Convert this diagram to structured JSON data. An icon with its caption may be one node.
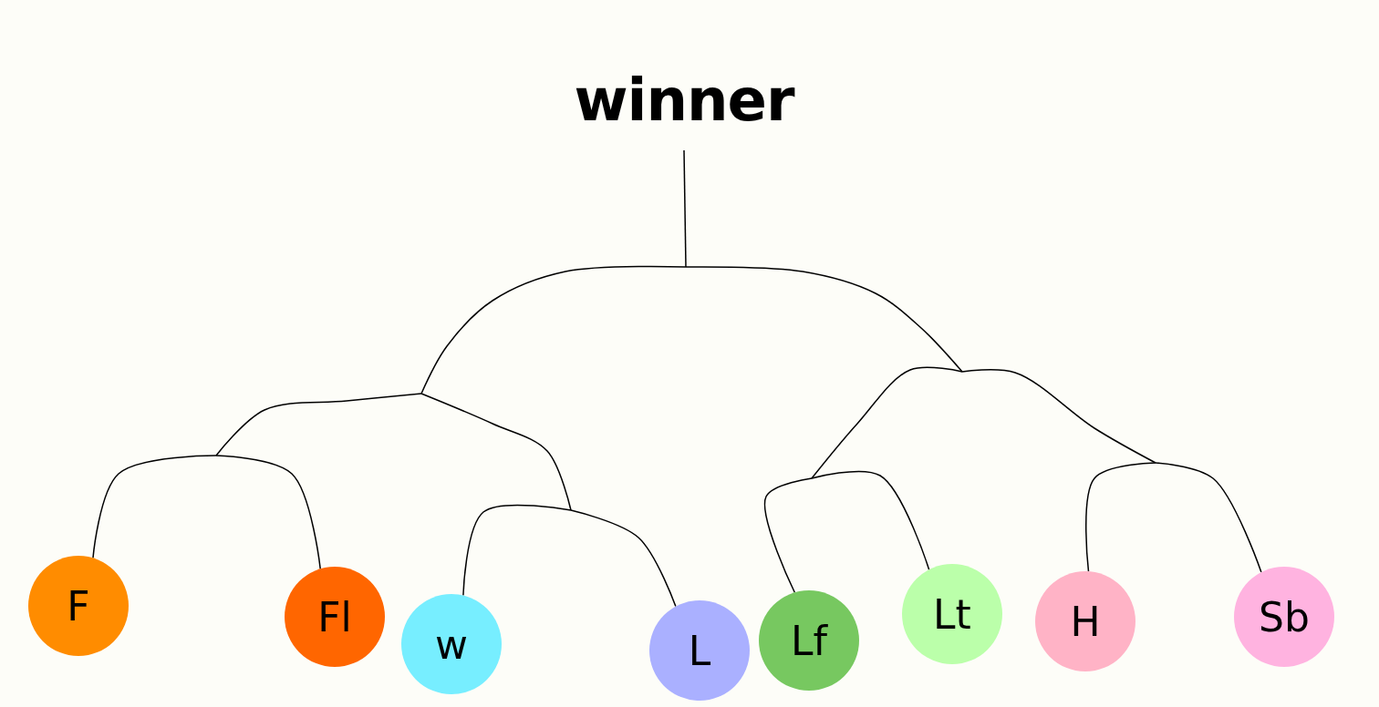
{
  "diagram": {
    "nodes": [
      {
        "text": [
          "winner"
        ]
      },
      {
        "text": [
          "F"
        ]
      },
      {
        "text": [
          "Fl"
        ]
      },
      {
        "text": [
          "w"
        ]
      },
      {
        "text": [
          "L"
        ]
      },
      {
        "text": [
          "Lf"
        ]
      },
      {
        "text": [
          "Lt"
        ]
      },
      {
        "text": [
          "H"
        ]
      },
      {
        "text": [
          "Sb"
        ]
      }
    ],
    "edges": [
      {
        "from": 0,
        "to": 1,
        "arrow": "none"
      },
      {
        "from": 0,
        "to": 2,
        "arrow": "none"
      },
      {
        "from": 0,
        "to": 3,
        "arrow": "none"
      },
      {
        "from": 0,
        "to": 4,
        "arrow": "none"
      },
      {
        "from": 0,
        "to": 5,
        "arrow": "none"
      },
      {
        "from": 0,
        "to": 6,
        "arrow": "none"
      },
      {
        "from": 0,
        "to": 7,
        "arrow": "none"
      },
      {
        "from": 0,
        "to": 8,
        "arrow": "none"
      }
    ]
  }
}
